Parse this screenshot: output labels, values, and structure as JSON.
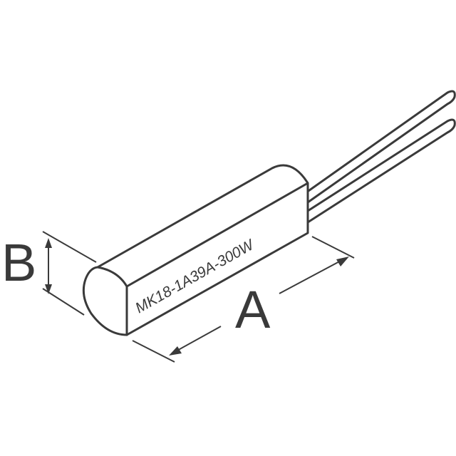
{
  "part_marking": "MK18-1A39A-300W",
  "dimension_a_label": "A",
  "dimension_b_label": "B",
  "colors": {
    "line": "#3a3a3a",
    "background": "#ffffff"
  }
}
